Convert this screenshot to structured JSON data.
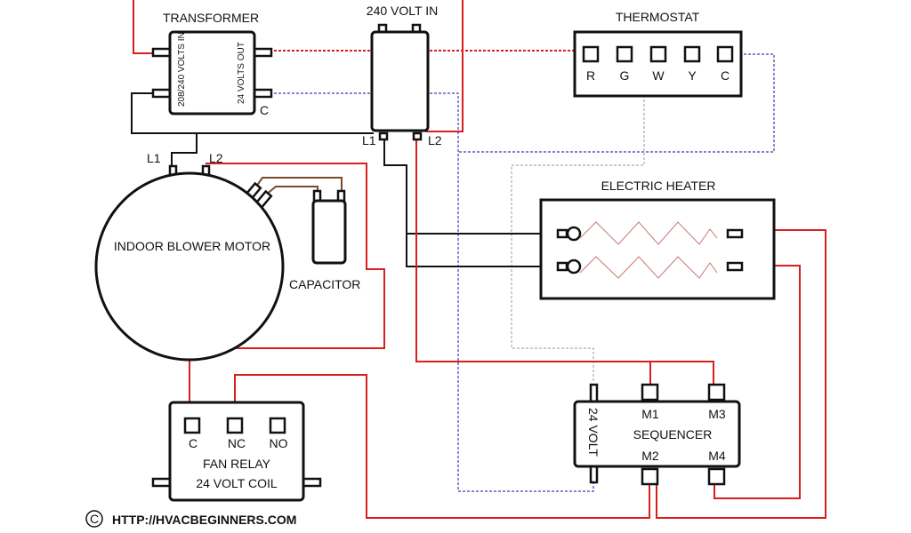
{
  "diagram": {
    "components": {
      "transformer": {
        "title": "TRANSFORMER",
        "input_label": "208/240 VOLTS IN",
        "output_label": "24 VOLTS OUT",
        "common_label": "C"
      },
      "line_in": {
        "title": "240 VOLT IN",
        "l1_label": "L1",
        "l2_label": "L2"
      },
      "thermostat": {
        "title": "THERMOSTAT",
        "terminals": [
          "R",
          "G",
          "W",
          "Y",
          "C"
        ]
      },
      "blower_motor": {
        "title": "INDOOR BLOWER MOTOR",
        "l1_label": "L1",
        "l2_label": "L2"
      },
      "capacitor": {
        "title": "CAPACITOR"
      },
      "heater": {
        "title": "ELECTRIC HEATER"
      },
      "sequencer": {
        "title": "SEQUENCER",
        "coil_label": "24 VOLT",
        "terminals": [
          "M1",
          "M3",
          "M2",
          "M4"
        ]
      },
      "fan_relay": {
        "title_line1": "FAN RELAY",
        "title_line2": "24 VOLT COIL",
        "terminals": [
          "C",
          "NC",
          "NO"
        ]
      }
    },
    "footer": {
      "copyright_symbol": "©",
      "url_text": "HTTP://HVACBEGINNERS.COM"
    },
    "colors": {
      "line_voltage": "#d81e1e",
      "control_24v_hot": "#d81e1e",
      "control_common": "#3b3bb8",
      "control_heat": "#aaaaaa",
      "neutral_black": "#111111",
      "capacitor_leads": "#7a4a2a"
    }
  }
}
